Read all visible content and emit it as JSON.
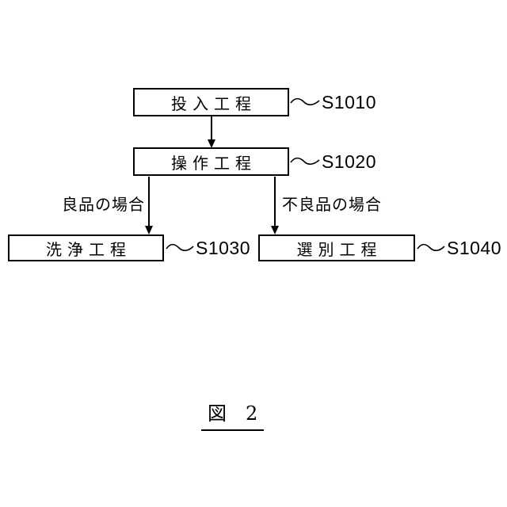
{
  "diagram": {
    "type": "flowchart",
    "caption": "図　2",
    "nodes": [
      {
        "id": "S1010",
        "label": "投入工程",
        "step": "S1010"
      },
      {
        "id": "S1020",
        "label": "操作工程",
        "step": "S1020"
      },
      {
        "id": "S1030",
        "label": "洗浄工程",
        "step": "S1030"
      },
      {
        "id": "S1040",
        "label": "選別工程",
        "step": "S1040"
      }
    ],
    "edges": [
      {
        "from": "S1010",
        "to": "S1020",
        "label": ""
      },
      {
        "from": "S1020",
        "to": "S1030",
        "label": "良品の場合"
      },
      {
        "from": "S1020",
        "to": "S1040",
        "label": "不良品の場合"
      }
    ],
    "colors": {
      "line": "#000000",
      "background": "#ffffff",
      "box_fill": "#ffffff"
    }
  }
}
